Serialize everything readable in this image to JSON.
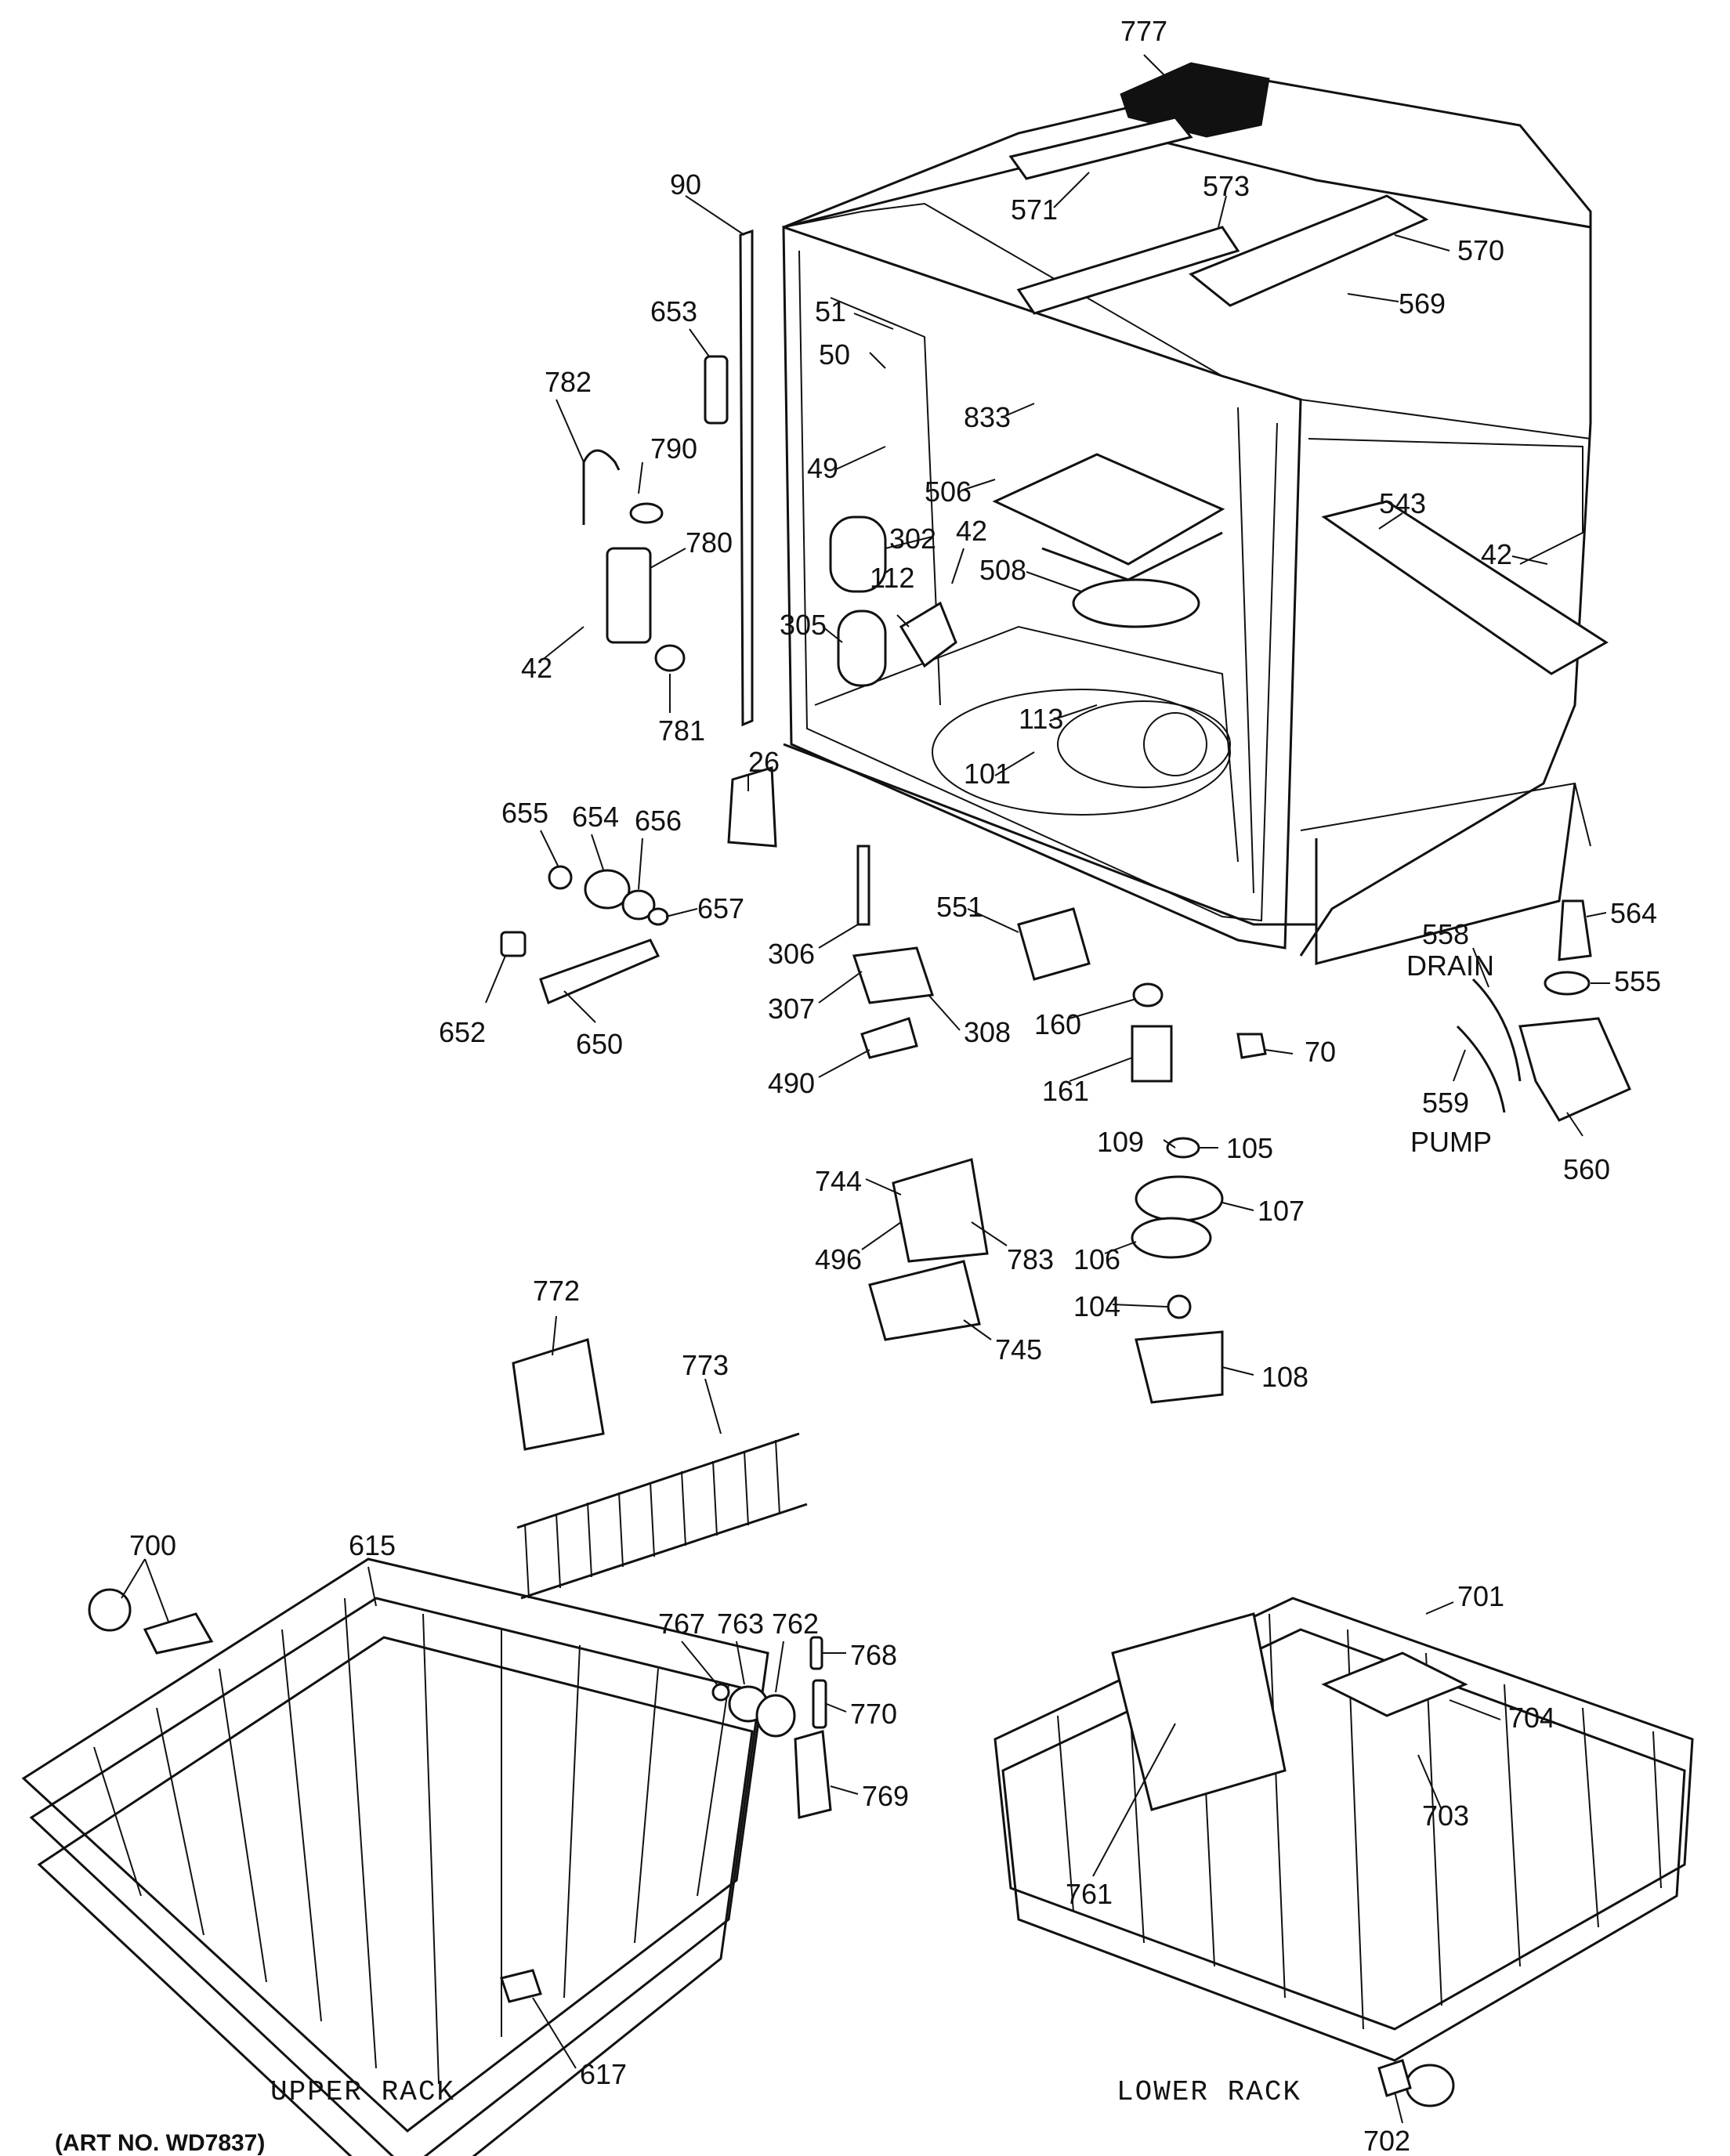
{
  "captions": {
    "upper_rack": "UPPER RACK",
    "lower_rack": "LOWER RACK",
    "art_no": "(ART NO. WD7837)"
  },
  "callouts": [
    {
      "id": "777",
      "label": "777"
    },
    {
      "id": "90",
      "label": "90"
    },
    {
      "id": "571",
      "label": "571"
    },
    {
      "id": "573",
      "label": "573"
    },
    {
      "id": "570",
      "label": "570"
    },
    {
      "id": "569",
      "label": "569"
    },
    {
      "id": "653",
      "label": "653"
    },
    {
      "id": "51",
      "label": "51"
    },
    {
      "id": "50",
      "label": "50"
    },
    {
      "id": "833",
      "label": "833"
    },
    {
      "id": "782",
      "label": "782"
    },
    {
      "id": "790",
      "label": "790"
    },
    {
      "id": "49",
      "label": "49"
    },
    {
      "id": "506",
      "label": "506"
    },
    {
      "id": "302",
      "label": "302"
    },
    {
      "id": "42a",
      "label": "42"
    },
    {
      "id": "543",
      "label": "543"
    },
    {
      "id": "42b",
      "label": "42"
    },
    {
      "id": "780",
      "label": "780"
    },
    {
      "id": "508",
      "label": "508"
    },
    {
      "id": "112",
      "label": "112"
    },
    {
      "id": "305",
      "label": "305"
    },
    {
      "id": "42c",
      "label": "42"
    },
    {
      "id": "781",
      "label": "781"
    },
    {
      "id": "113",
      "label": "113"
    },
    {
      "id": "101",
      "label": "101"
    },
    {
      "id": "26",
      "label": "26"
    },
    {
      "id": "655",
      "label": "655"
    },
    {
      "id": "654",
      "label": "654"
    },
    {
      "id": "656",
      "label": "656"
    },
    {
      "id": "657",
      "label": "657"
    },
    {
      "id": "551",
      "label": "551"
    },
    {
      "id": "564",
      "label": "564"
    },
    {
      "id": "558",
      "label": "558"
    },
    {
      "id": "drain",
      "label": "DRAIN"
    },
    {
      "id": "555",
      "label": "555"
    },
    {
      "id": "306",
      "label": "306"
    },
    {
      "id": "307",
      "label": "307"
    },
    {
      "id": "308",
      "label": "308"
    },
    {
      "id": "652",
      "label": "652"
    },
    {
      "id": "650",
      "label": "650"
    },
    {
      "id": "160",
      "label": "160"
    },
    {
      "id": "70",
      "label": "70"
    },
    {
      "id": "161",
      "label": "161"
    },
    {
      "id": "490",
      "label": "490"
    },
    {
      "id": "559",
      "label": "559"
    },
    {
      "id": "pump",
      "label": "PUMP"
    },
    {
      "id": "560",
      "label": "560"
    },
    {
      "id": "109",
      "label": "109"
    },
    {
      "id": "105",
      "label": "105"
    },
    {
      "id": "744",
      "label": "744"
    },
    {
      "id": "107",
      "label": "107"
    },
    {
      "id": "496",
      "label": "496"
    },
    {
      "id": "783",
      "label": "783"
    },
    {
      "id": "106",
      "label": "106"
    },
    {
      "id": "104",
      "label": "104"
    },
    {
      "id": "772",
      "label": "772"
    },
    {
      "id": "745",
      "label": "745"
    },
    {
      "id": "108",
      "label": "108"
    },
    {
      "id": "773",
      "label": "773"
    },
    {
      "id": "700",
      "label": "700"
    },
    {
      "id": "615",
      "label": "615"
    },
    {
      "id": "701",
      "label": "701"
    },
    {
      "id": "767",
      "label": "767"
    },
    {
      "id": "763",
      "label": "763"
    },
    {
      "id": "762",
      "label": "762"
    },
    {
      "id": "768",
      "label": "768"
    },
    {
      "id": "770",
      "label": "770"
    },
    {
      "id": "704",
      "label": "704"
    },
    {
      "id": "769",
      "label": "769"
    },
    {
      "id": "703",
      "label": "703"
    },
    {
      "id": "761",
      "label": "761"
    },
    {
      "id": "617",
      "label": "617"
    },
    {
      "id": "702",
      "label": "702"
    }
  ]
}
